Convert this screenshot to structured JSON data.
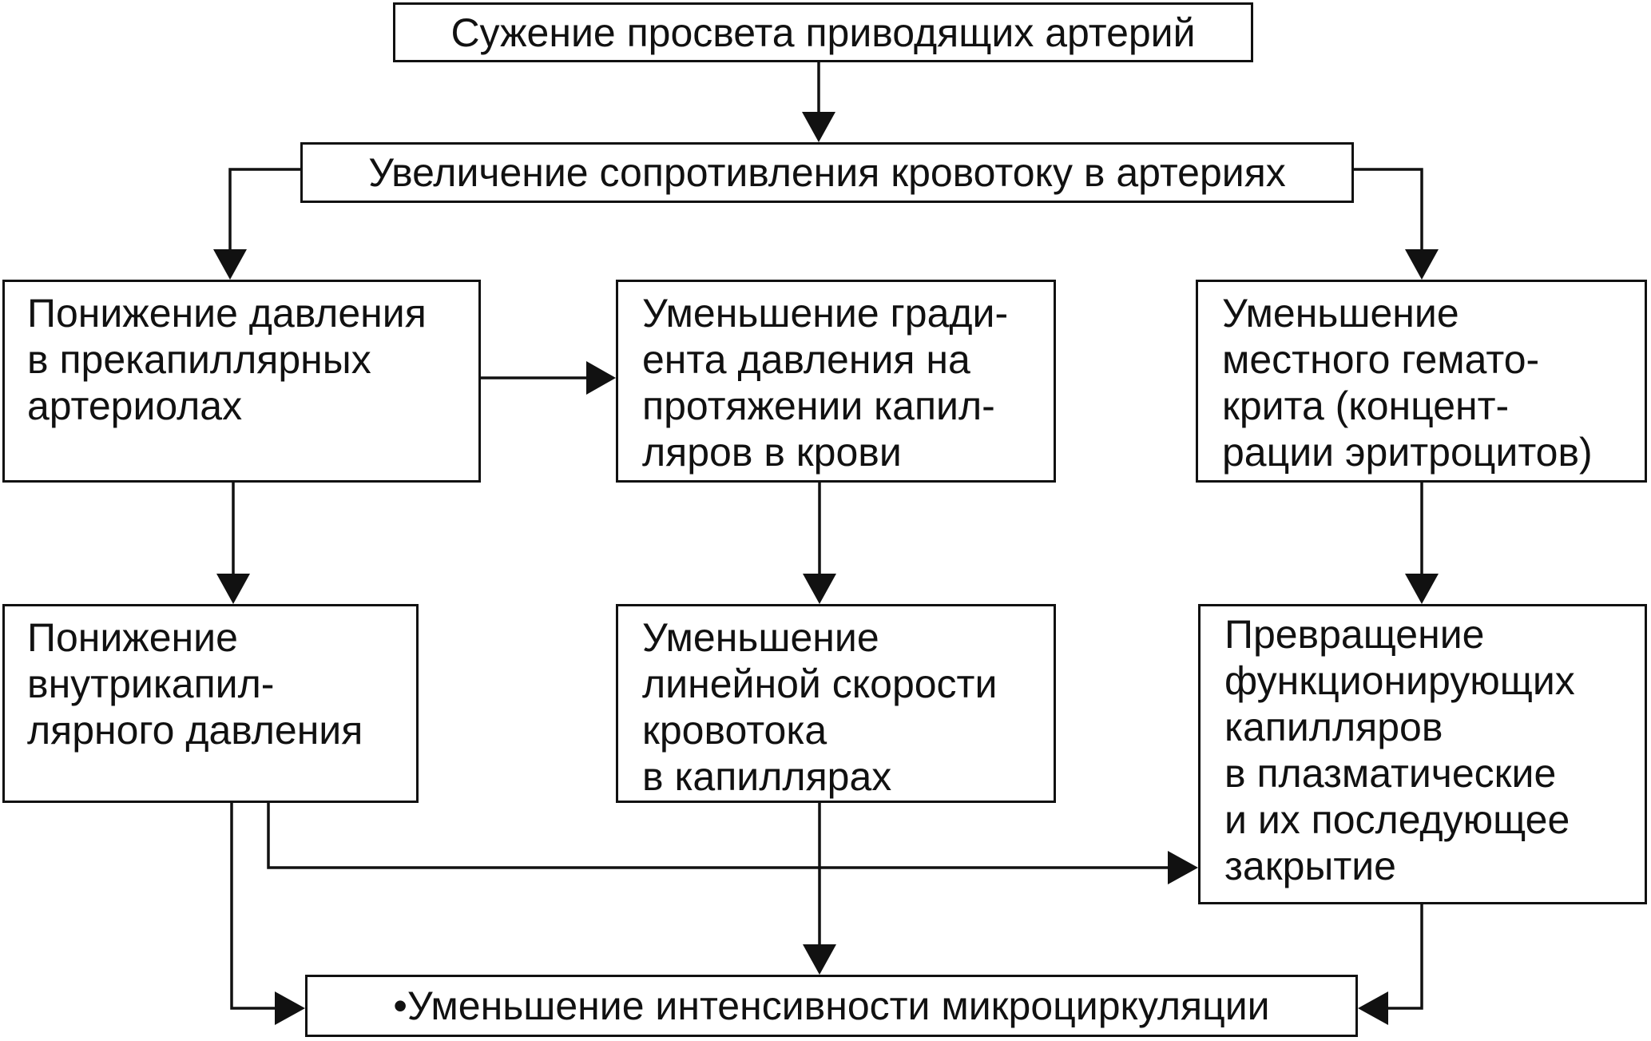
{
  "nodes": {
    "narrowing": "Сужение просвета приводящих артерий",
    "resistance": "Увеличение сопротивления кровотоку в артериях",
    "precap_pressure": "Понижение давления\nв прекапиллярных\nартериолах",
    "gradient": "Уменьшение гради-\nента давления на\nпротяжении капил-\nляров в крови",
    "hematocrit": "Уменьшение\nместного гемато-\nкрита (концент-\nрации эритроцитов)",
    "intracap_pressure": "Понижение\nвнутрикапил-\nлярного давления",
    "velocity": "Уменьшение\nлинейной скорости\nкровотока\nв капиллярах",
    "conversion": "Превращение\nфункционирующих\nкапилляров\nв плазматические\nи их последующее\nзакрытие",
    "microcirculation": "•Уменьшение интенсивности микроциркуляции"
  }
}
